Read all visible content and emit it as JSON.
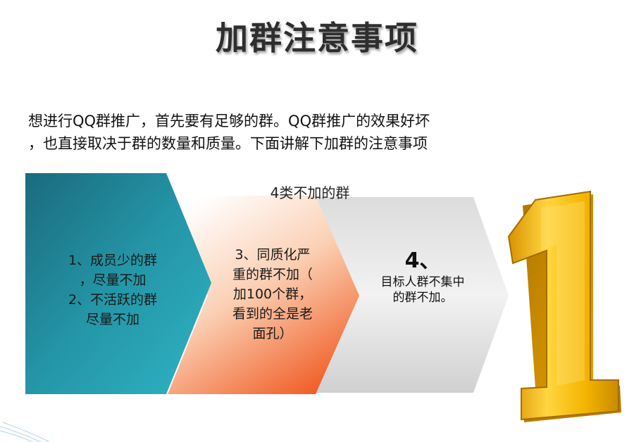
{
  "title": "加群注意事项",
  "intro": {
    "line1": "想进行QQ群推广，首先要有足够的群。QQ群推广的效果好坏",
    "line2": "，也直接取决于群的数量和质量。下面讲解下加群的注意事项"
  },
  "diagram": {
    "subtitle": "4类不加的群",
    "box1": {
      "lines": [
        "1、成员少的群",
        "，尽量不加",
        "2、不活跃的群",
        "尽量不加"
      ]
    },
    "box2": {
      "lines": [
        "3、同质化严",
        "重的群不加（",
        "加100个群，",
        "看到的全是老",
        "面孔）"
      ]
    },
    "box3": {
      "num": "4、",
      "lines": [
        "目标人群不集中",
        "的群不加。"
      ]
    },
    "big_number": "1"
  },
  "colors": {
    "teal_dark": "#1e6f82",
    "teal_light": "#2aa7b9",
    "orange": "#f26c36",
    "gray": "#c8c8c8",
    "gold": "#f5b800"
  }
}
